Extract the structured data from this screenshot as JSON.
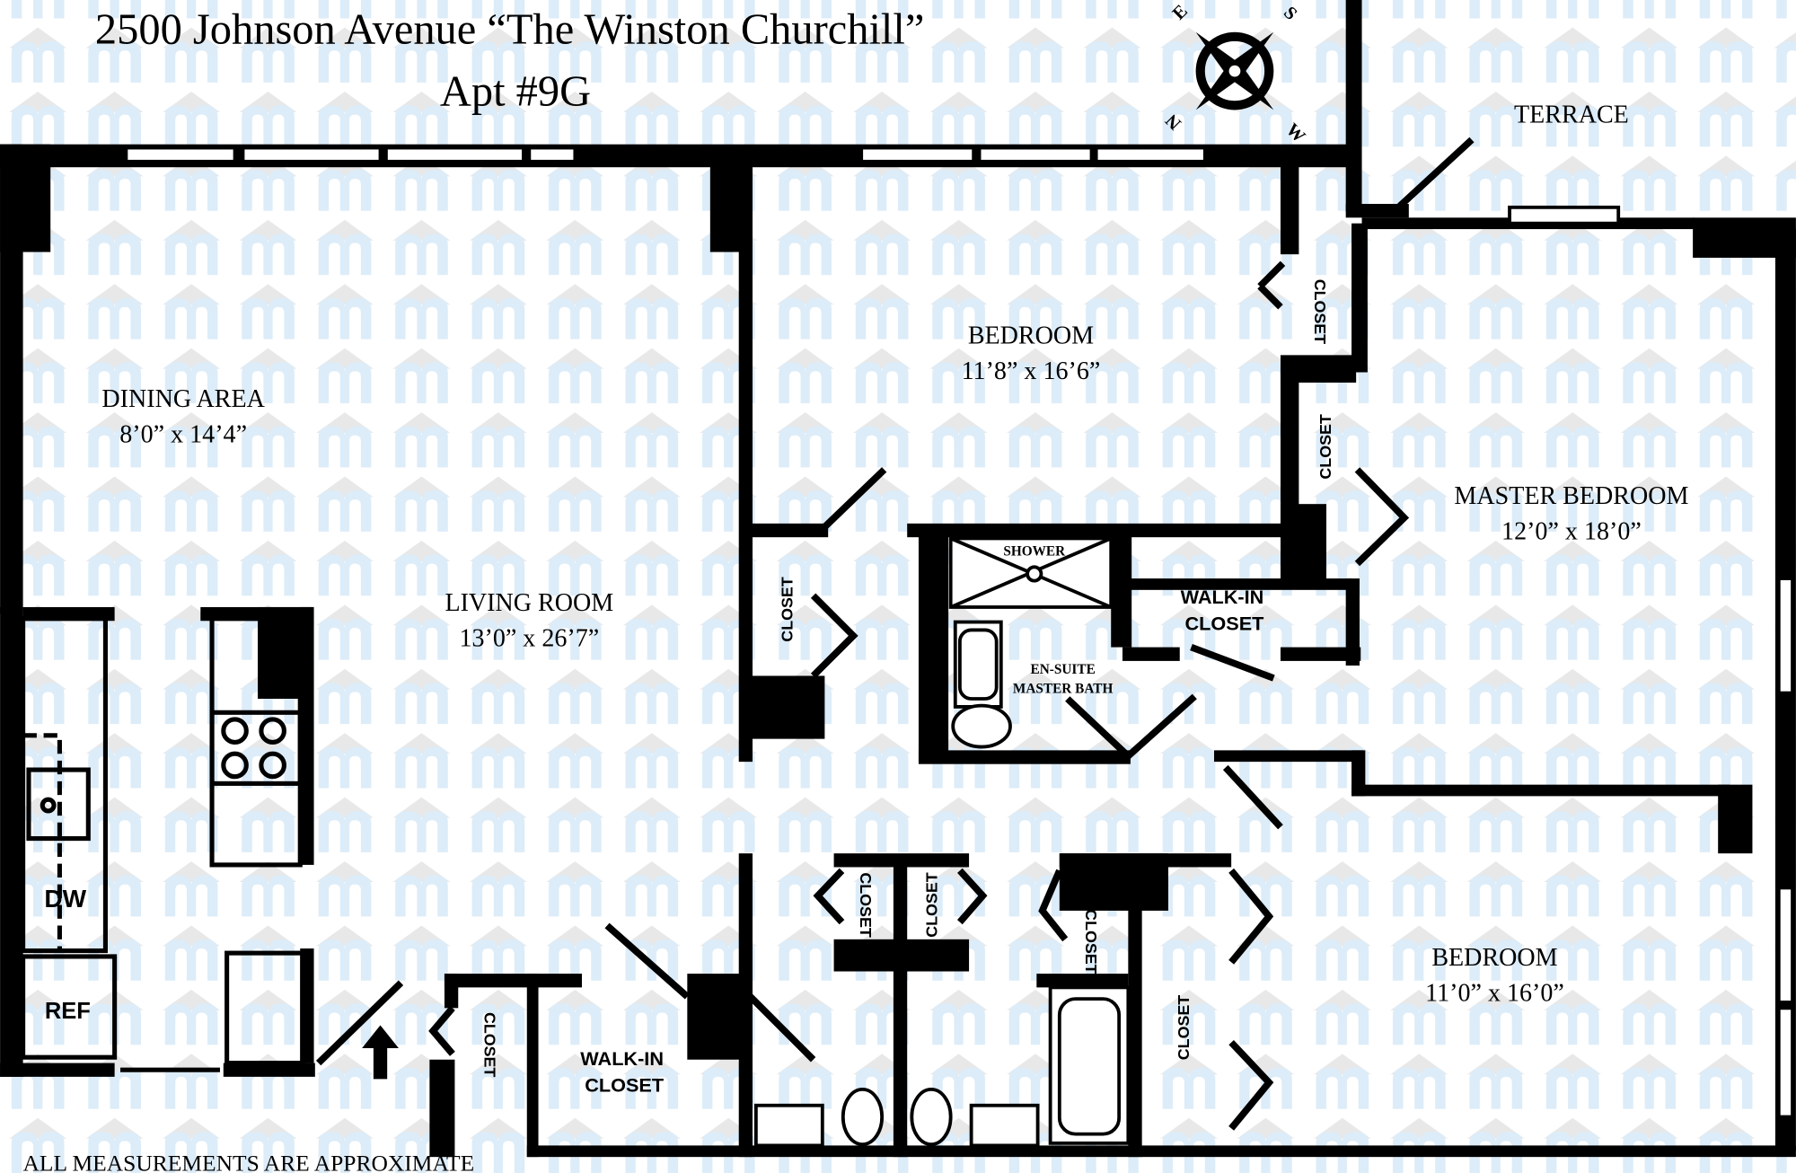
{
  "header": {
    "title": "2500 Johnson Avenue “The Winston Churchill”",
    "subtitle": "Apt #9G"
  },
  "compass": {
    "e": "E",
    "s": "S",
    "n": "N",
    "w": "W"
  },
  "rooms": {
    "terrace": "TERRACE",
    "bedroom_1": {
      "name": "BEDROOM",
      "size": "11’8” x 16’6”"
    },
    "dining": {
      "name": "DINING AREA",
      "size": "8’0” x 14’4”"
    },
    "living": {
      "name": "LIVING ROOM",
      "size": "13’0” x 26’7”"
    },
    "master": {
      "name": "MASTER BEDROOM",
      "size": "12’0” x 18’0”"
    },
    "bedroom_2": {
      "name": "BEDROOM",
      "size": "11’0” x 16’0”"
    },
    "walkin_master": [
      "WALK-IN",
      "CLOSET"
    ],
    "walkin_hall": [
      "WALK-IN",
      "CLOSET"
    ],
    "shower": "SHOWER",
    "ensuite": [
      "EN-SUITE",
      "MASTER BATH"
    ],
    "closet": "CLOSET",
    "dishwasher": "DW",
    "refrigerator": "REF"
  },
  "footer": "ALL MEASUREMENTS ARE APPROXIMATE",
  "colors": {
    "wall": "#000000",
    "watermark": "#dcecf8",
    "watermark_roof": "#e6e6e6"
  }
}
